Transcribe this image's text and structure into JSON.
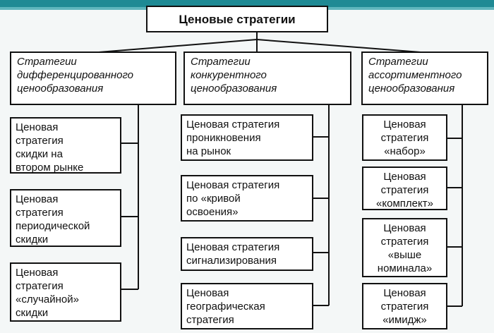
{
  "diagram": {
    "title": "Ценовые стратегии",
    "categories": [
      {
        "label": "Стратегии\nдифференцированного\nценообразования",
        "items": [
          "Ценовая\nстратегия\nскидки на\nвтором рынке",
          "Ценовая\nстратегия\nпериодической\nскидки",
          "Ценовая\nстратегия\n«случайной»\nскидки"
        ]
      },
      {
        "label": "Стратегии\nконкурентного\nценообразования",
        "items": [
          "Ценовая стратегия\nпроникновения\nна рынок",
          "Ценовая стратегия\nпо «кривой\nосвоения»",
          "Ценовая стратегия\nсигнализирования",
          "Ценовая\nгеографическая\nстратегия"
        ]
      },
      {
        "label": "Стратегии\nассортиментного\nценообразования",
        "items": [
          "Ценовая\nстратегия\n«набор»",
          "Ценовая\nстратегия\n«комплект»",
          "Ценовая\nстратегия\n«выше\nноминала»",
          "Ценовая\nстратегия\n«имидж»"
        ]
      }
    ]
  }
}
